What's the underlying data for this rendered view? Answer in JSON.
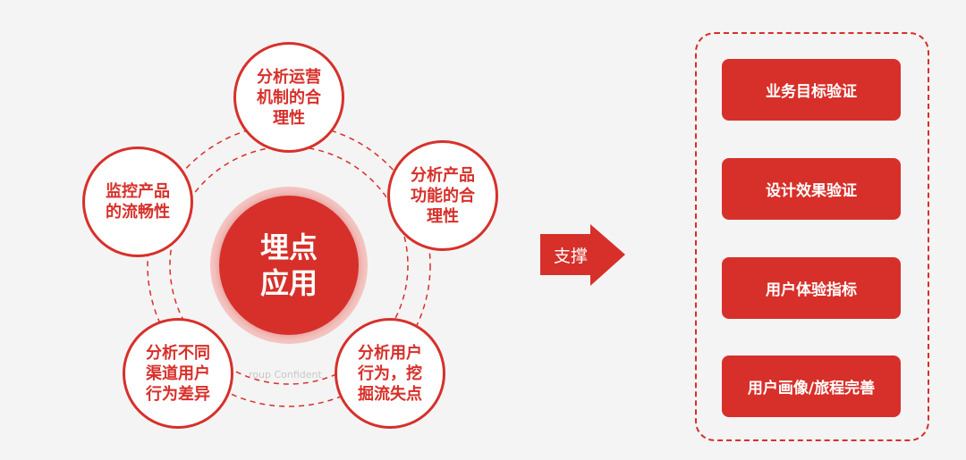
{
  "center": {
    "line1": "埋点",
    "line2": "应用"
  },
  "satellites": [
    {
      "text": "分析运营机制的合理性"
    },
    {
      "text": "分析产品功能的合理性"
    },
    {
      "text": "分析用户行为，挖掘流失点"
    },
    {
      "text": "分析不同渠道用户行为差异"
    },
    {
      "text": "监控产品的流畅性"
    }
  ],
  "watermark": "roup Confident",
  "arrow": {
    "label": "支撑"
  },
  "supports": [
    {
      "label": "业务目标验证"
    },
    {
      "label": "设计效果验证"
    },
    {
      "label": "用户体验指标"
    },
    {
      "label": "用户画像/旅程完善"
    }
  ],
  "colors": {
    "accent": "#d7302a",
    "core_halo": "#f5c6c3",
    "background": "#f4f4f4"
  }
}
